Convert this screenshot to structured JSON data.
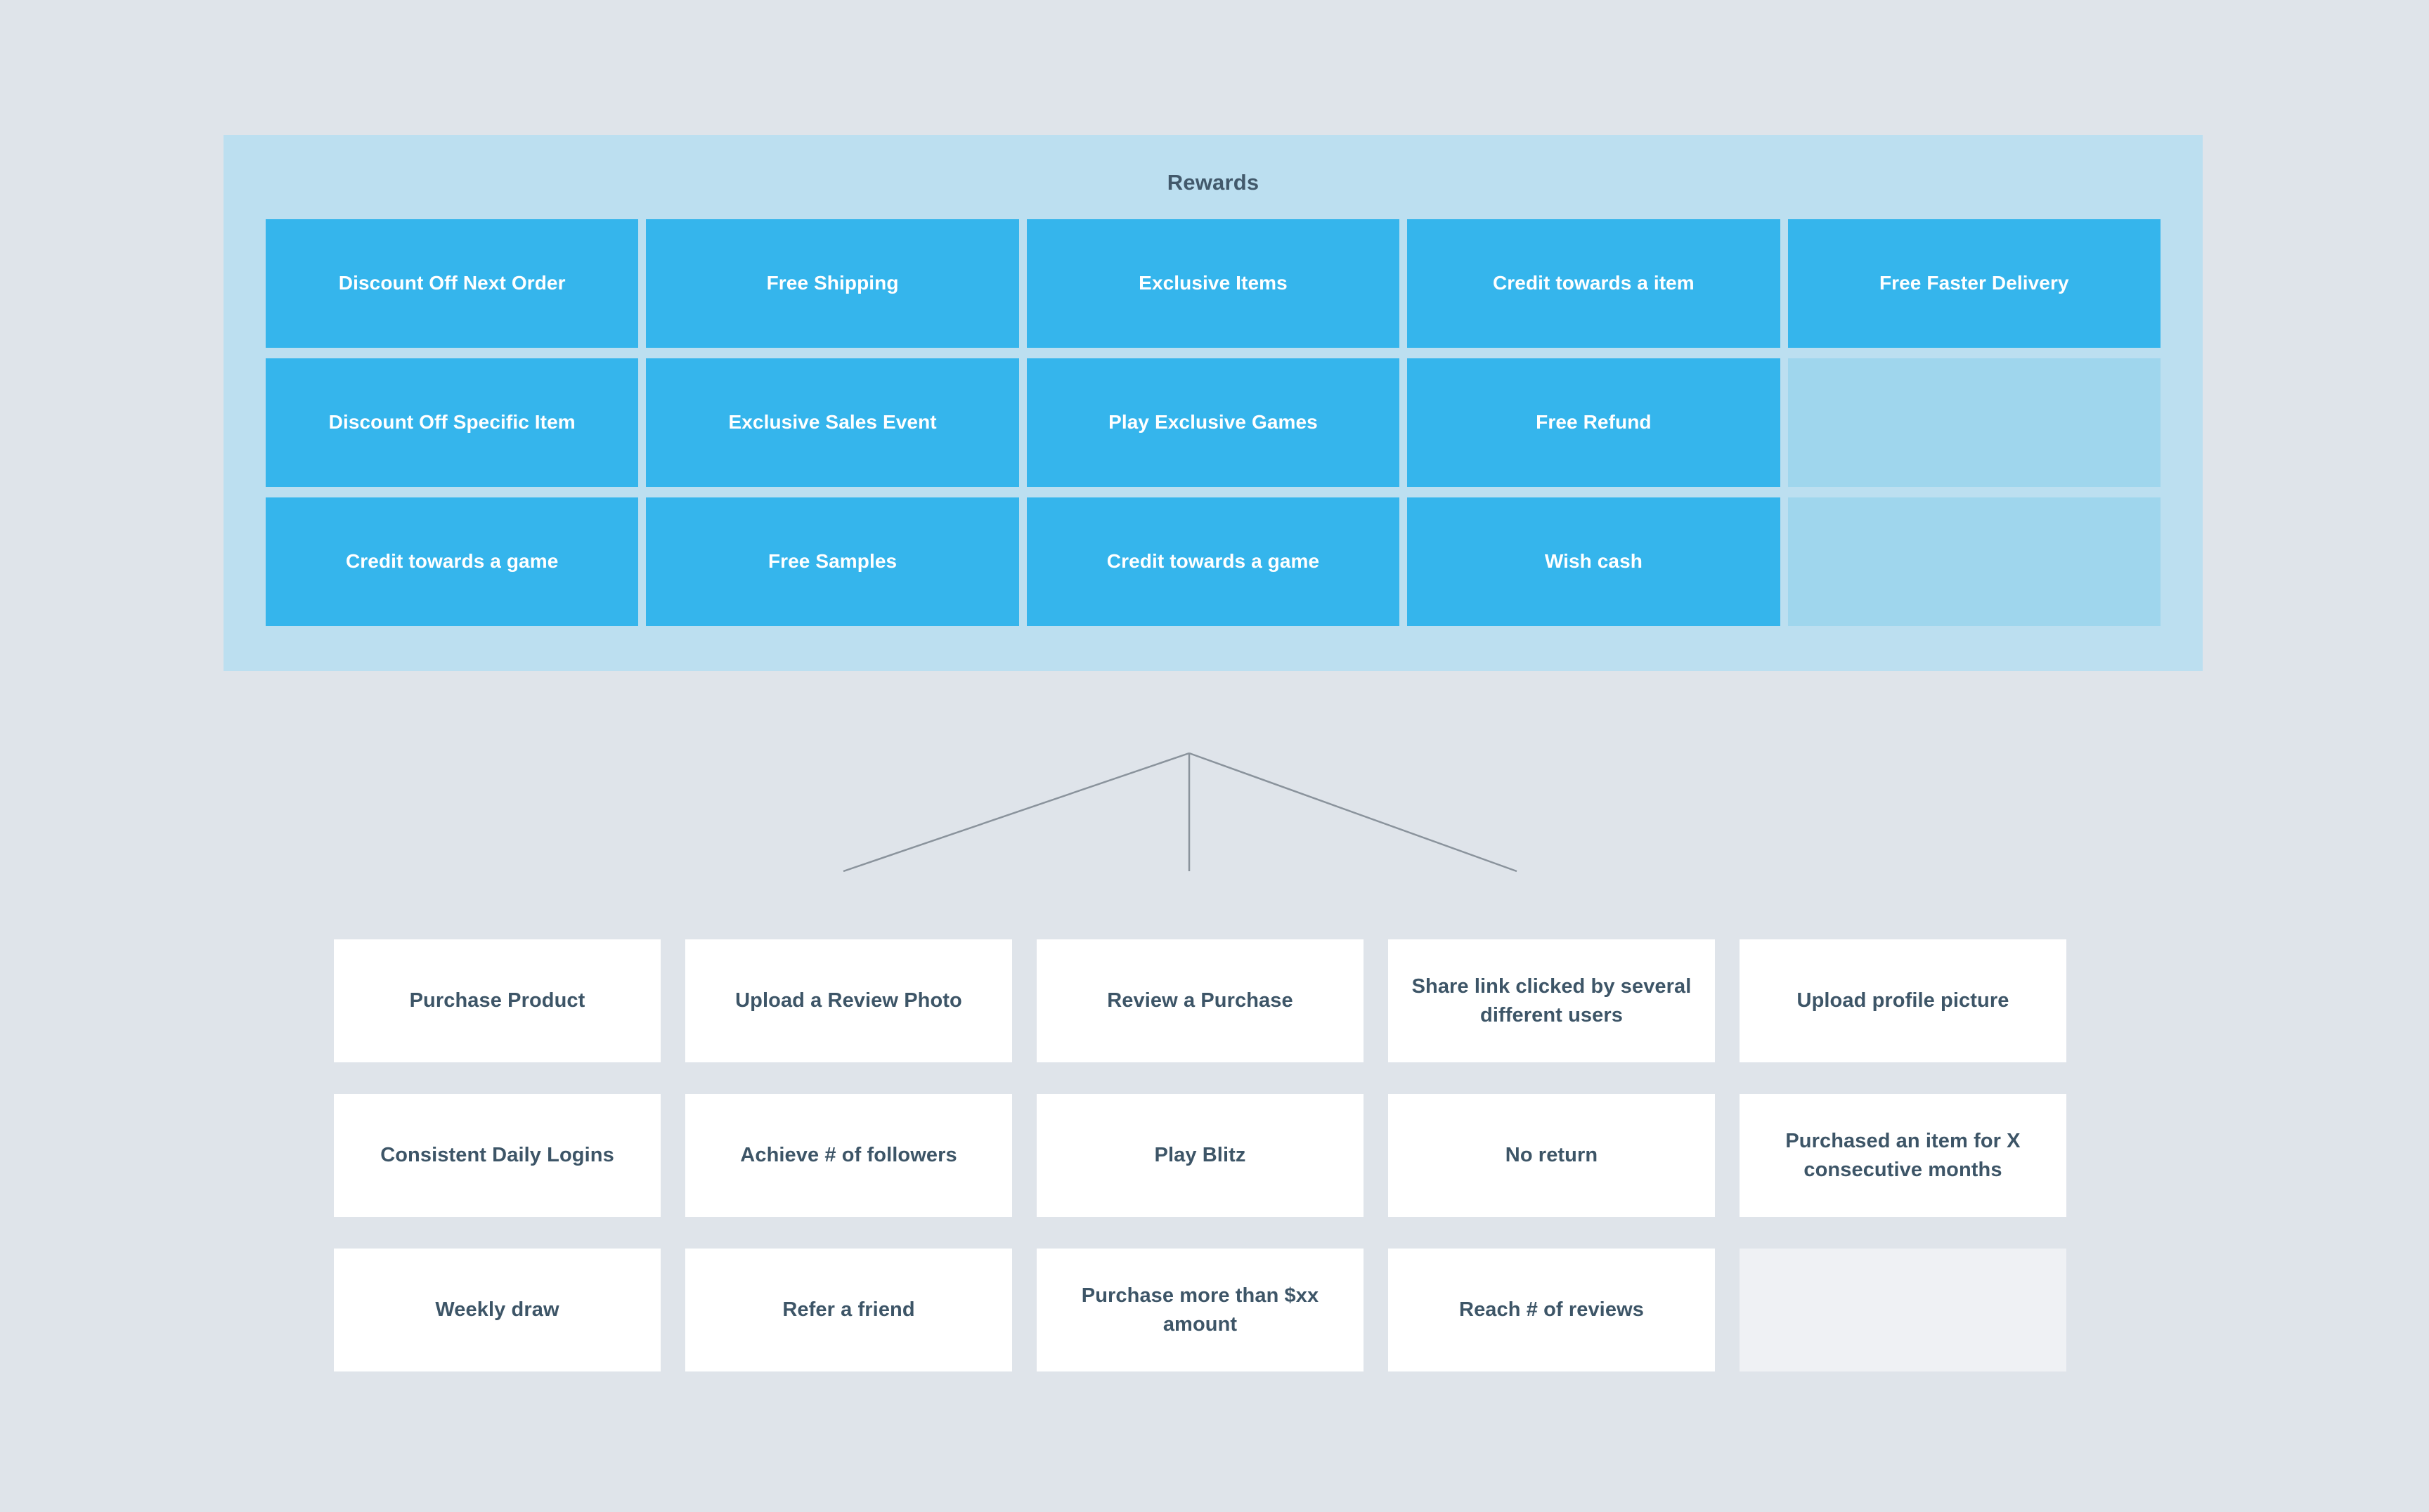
{
  "colors": {
    "page_background": "#dfe4ea",
    "rewards_panel_background": "#bcdff0",
    "reward_card": "#35b5ec",
    "reward_card_empty": "#9fd6ed",
    "reward_card_text": "#ffffff",
    "action_card": "#ffffff",
    "action_card_empty": "#eff1f4",
    "action_card_text": "#3d5567",
    "title_text": "#42596b",
    "connector_line": "#8a939c"
  },
  "rewards": {
    "title": "Rewards",
    "cards": [
      {
        "label": "Discount Off Next Order",
        "empty": false
      },
      {
        "label": "Free Shipping",
        "empty": false
      },
      {
        "label": "Exclusive Items",
        "empty": false
      },
      {
        "label": "Credit towards a item",
        "empty": false
      },
      {
        "label": "Free Faster Delivery",
        "empty": false
      },
      {
        "label": "Discount Off Specific Item",
        "empty": false
      },
      {
        "label": "Exclusive Sales Event",
        "empty": false
      },
      {
        "label": "Play Exclusive Games",
        "empty": false
      },
      {
        "label": "Free Refund",
        "empty": false
      },
      {
        "label": "",
        "empty": true
      },
      {
        "label": "Credit towards a game",
        "empty": false
      },
      {
        "label": "Free Samples",
        "empty": false
      },
      {
        "label": "Credit towards a game",
        "empty": false
      },
      {
        "label": "Wish cash",
        "empty": false
      },
      {
        "label": "",
        "empty": true
      }
    ]
  },
  "actions": {
    "cards": [
      {
        "label": "Purchase Product",
        "empty": false
      },
      {
        "label": "Upload a Review Photo",
        "empty": false
      },
      {
        "label": "Review a Purchase",
        "empty": false
      },
      {
        "label": "Share link clicked by several different users",
        "empty": false
      },
      {
        "label": "Upload profile picture",
        "empty": false
      },
      {
        "label": "Consistent Daily Logins",
        "empty": false
      },
      {
        "label": "Achieve # of followers",
        "empty": false
      },
      {
        "label": "Play Blitz",
        "empty": false
      },
      {
        "label": "No return",
        "empty": false
      },
      {
        "label": "Purchased an item for X consecutive months",
        "empty": false
      },
      {
        "label": "Weekly draw",
        "empty": false
      },
      {
        "label": "Refer a friend",
        "empty": false
      },
      {
        "label": "Purchase more than $xx amount",
        "empty": false
      },
      {
        "label": "Reach # of reviews",
        "empty": false
      },
      {
        "label": "",
        "empty": true
      }
    ]
  }
}
